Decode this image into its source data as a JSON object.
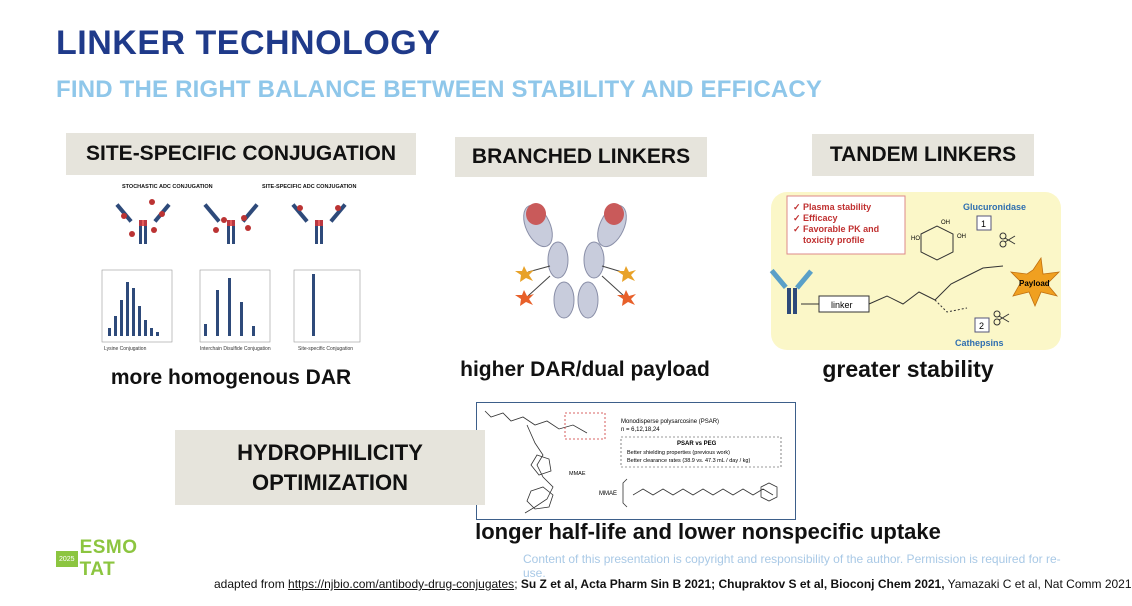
{
  "header": {
    "title": "LINKER TECHNOLOGY",
    "subtitle": "FIND THE RIGHT BALANCE BETWEEN STABILITY AND EFFICACY"
  },
  "sections": {
    "site_specific": {
      "label": "SITE-SPECIFIC CONJUGATION",
      "caption": "more homogenous DAR",
      "figure": {
        "stochastic_label": "STOCHASTIC ADC CONJUGATION",
        "site_specific_label": "SITE-SPECIFIC ADC CONJUGATION",
        "hist1_label": "Lysine Conjugation",
        "hist2_label": "Interchain Disulfide Conjugation",
        "hist3_label": "Site-specific Conjugation"
      }
    },
    "branched": {
      "label": "BRANCHED LINKERS",
      "caption": "higher DAR/dual payload"
    },
    "tandem": {
      "label": "TANDEM LINKERS",
      "caption": "greater stability",
      "figure": {
        "benefit_1": "Plasma stability",
        "benefit_2": "Efficacy",
        "benefit_3": "Favorable PK and",
        "benefit_3b": "toxicity profile",
        "enzyme_1": "Glucuronidase",
        "enzyme_2": "Cathepsins",
        "linker_label": "linker",
        "payload_label": "Payload",
        "step_1": "1",
        "step_2": "2"
      }
    },
    "hydrophilicity": {
      "label_line1": "HYDROPHILICITY",
      "label_line2": "OPTIMIZATION",
      "caption": "longer half-life and lower nonspecific uptake",
      "figure": {
        "psar_title": "Monodisperse polysarcosine (PSAR)",
        "psar_n": "n = 6,12,18,24",
        "compare_title": "PSAR vs PEG",
        "compare_line1": "Better shielding properties  (previous work)",
        "compare_line2": "Better clearance rates (38.9 vs. 47.3 mL / day / kg)",
        "mmae_label": "MMAE",
        "mmae_label2": "MMAE"
      }
    }
  },
  "footer": {
    "copyright": "Content of this presentation is copyright and responsibility of the author. Permission is required for re-use.",
    "refs_prefix": "adapted from ",
    "refs_link": "https://njbio.com/antibody-drug-conjugates",
    "refs_sep": ";",
    "refs_bold": " Su Z et al, Acta Pharm Sin B 2021; Chupraktov S et al, Bioconj Chem 2021,",
    "refs_tail": " Yamazaki C et al, Nat Comm 2021",
    "logo_year": "2025",
    "logo_text": "ESMO TAT"
  },
  "colors": {
    "title": "#1f3a8a",
    "subtitle": "#8fc7ea",
    "label_box": "#e6e4dc",
    "tandem_panel": "#fbf7c8",
    "logo_green": "#8cc540"
  }
}
